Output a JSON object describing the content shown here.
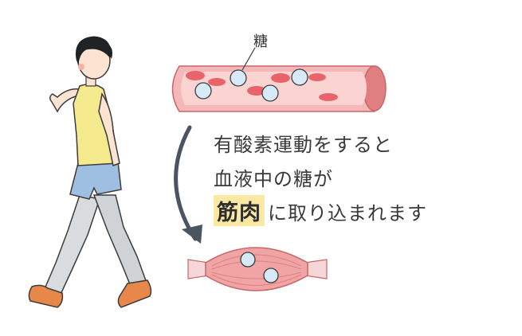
{
  "labels": {
    "sugar": "糖",
    "line1": "有酸素運動をすると",
    "line2": "血液中の糖が",
    "highlight": "筋肉",
    "line3_rest": "に取り込まれます"
  },
  "colors": {
    "vessel_outer": "#e07f82",
    "vessel_inner": "#f3b8b7",
    "red_cell": "#e8646a",
    "sugar_molecule": "#d6eaf7",
    "muscle": "#f0a4a4",
    "highlight": "#fbe9a3",
    "shirt": "#f5ea8e",
    "shorts": "#9fbfe2",
    "pants": "#cfd3d6",
    "shoes": "#e8874a",
    "arrow": "#4b5560"
  }
}
